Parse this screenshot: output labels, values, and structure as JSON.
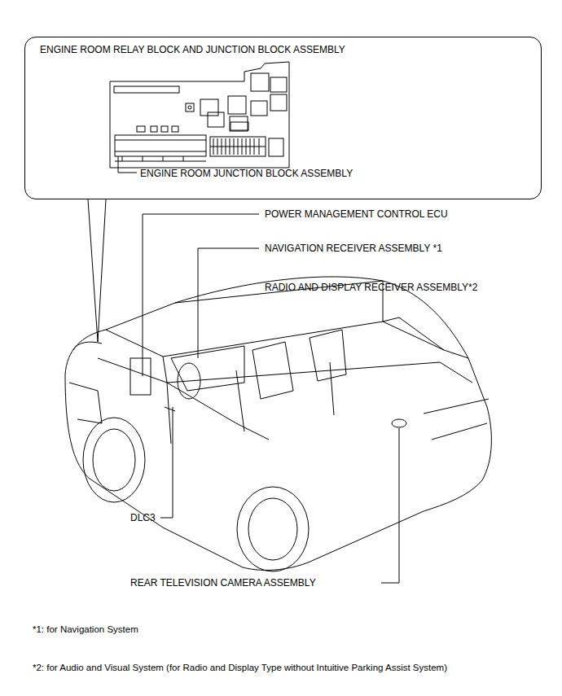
{
  "diagram": {
    "nodes": [
      {
        "text": [
          "ENGINE ROOM RELAY BLOCK AND JUNCTION BLOCK ASSEMBLY",
          "ENGINE ROOM JUNCTION BLOCK ASSEMBLY"
        ]
      }
    ],
    "labels": [
      "POWER MANAGEMENT CONTROL ECU",
      "NAVIGATION RECEIVER ASSEMBLY *1",
      "RADIO AND DISPLAY RECEIVER ASSEMBLY*2",
      "DLC3",
      "REAR TELEVISION CAMERA ASSEMBLY",
      "*1: for Navigation System",
      "*2: for Audio and Visual System (for Radio and Display Type without Intuitive Parking Assist System)"
    ]
  }
}
